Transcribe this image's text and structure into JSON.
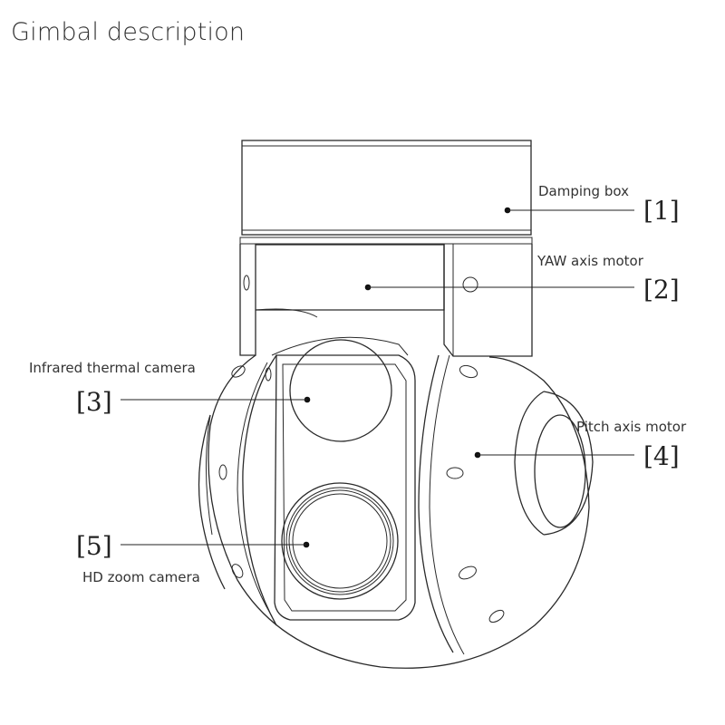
{
  "title": "Gimbal description",
  "callouts": [
    {
      "number": "[1]",
      "label": "Damping box"
    },
    {
      "number": "[2]",
      "label": "YAW axis motor"
    },
    {
      "number": "[3]",
      "label": "Infrared thermal camera"
    },
    {
      "number": "[4]",
      "label": "Pitch axis motor"
    },
    {
      "number": "[5]",
      "label": "HD zoom camera"
    }
  ]
}
